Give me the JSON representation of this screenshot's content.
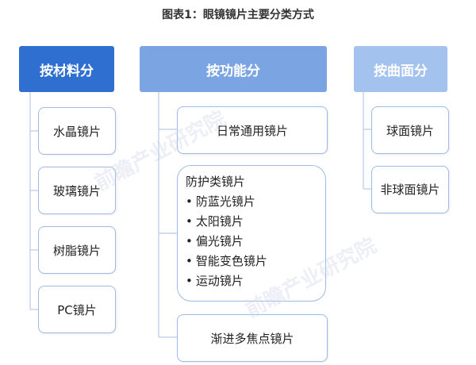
{
  "title": "图表1：眼镜镜片主要分类方式",
  "columns": [
    {
      "header": "按材料分",
      "items": [
        "水晶镜片",
        "玻璃镜片",
        "树脂镜片",
        "PC镜片"
      ]
    },
    {
      "header": "按功能分",
      "items": [
        "日常通用镜片"
      ],
      "group": {
        "title": "防护类镜片",
        "bullets": [
          "防蓝光镜片",
          "太阳镜片",
          "偏光镜片",
          "智能变色镜片",
          "运动镜片"
        ]
      },
      "last": "渐进多焦点镜片"
    },
    {
      "header": "按曲面分",
      "items": [
        "球面镜片",
        "非球面镜片"
      ]
    }
  ],
  "watermark": [
    "前瞻产业研究院",
    "前瞻产业研究院"
  ]
}
